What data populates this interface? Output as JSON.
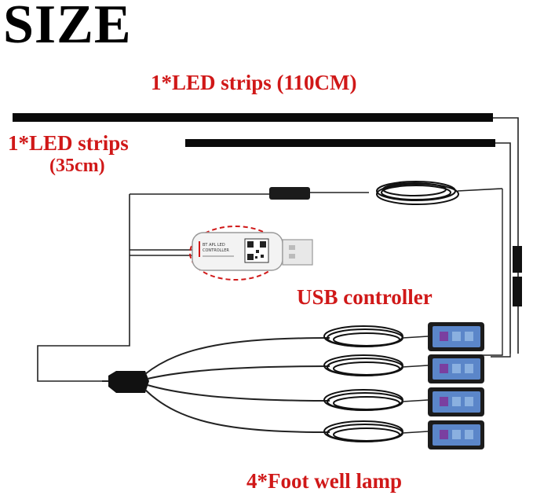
{
  "title": "SIZE",
  "labels": {
    "strip_long": "1*LED strips  (110CM)",
    "strip_short_line1": "1*LED strips",
    "strip_short_line2": "(35cm)",
    "usb_controller": "USB controller",
    "foot_lamp": "4*Foot well lamp"
  },
  "controller_text": [
    "BT APL LED",
    "CONTROLLER"
  ],
  "colors": {
    "label_red": "#d01818",
    "strip": "#0a0a0a",
    "lamp_blue": "#5b86c9",
    "led_purple": "#7a3fa0",
    "highlight_red": "#d01818"
  },
  "icons": [
    "usb-plug-icon",
    "qr-code-icon",
    "bluetooth-icon"
  ]
}
